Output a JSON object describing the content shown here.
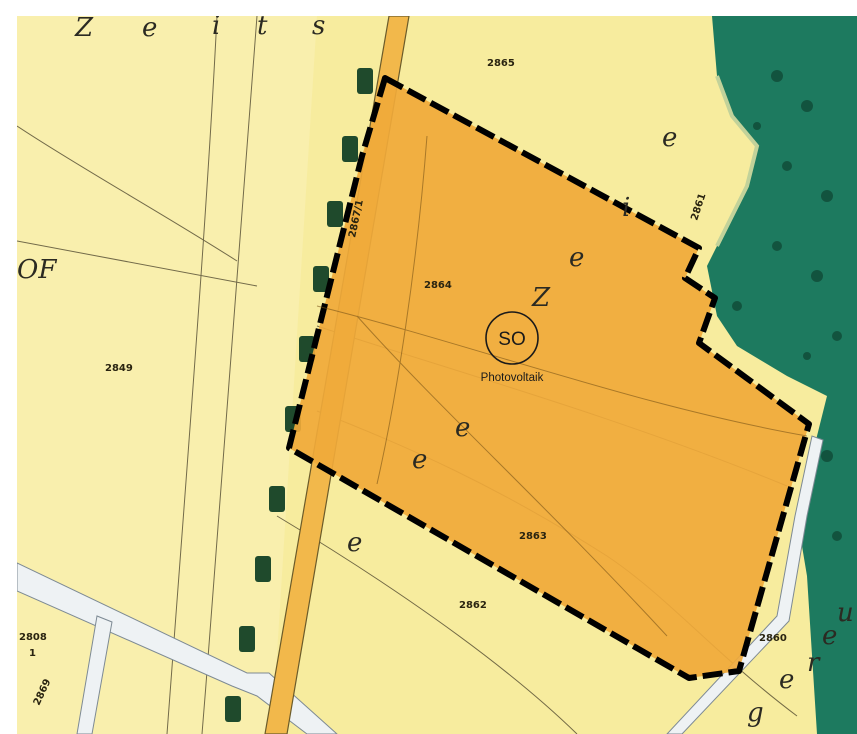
{
  "map": {
    "zone": {
      "code": "SO",
      "label": "Photovoltaik",
      "fill_color": "#f0a93a",
      "boundary_color": "#000000"
    },
    "parcels": [
      "2865",
      "2864",
      "2861",
      "2849",
      "2863",
      "2862",
      "2860",
      "2808",
      "1",
      "2869",
      "2867/1"
    ],
    "letters_top": [
      "Z",
      "e",
      "i",
      "t",
      "s"
    ],
    "letters_zone": [
      "Z",
      "e",
      "i",
      "e",
      "e",
      "e",
      "e"
    ],
    "letters_right": [
      "e",
      "g",
      "e",
      "r",
      "u"
    ],
    "text_left": "OF",
    "colors": {
      "farmland": "#f7ec9e",
      "forest": "#1d7a5f",
      "road": "#f2b84b",
      "path": "#eef2f4",
      "trees": "#1f4a2c"
    }
  }
}
